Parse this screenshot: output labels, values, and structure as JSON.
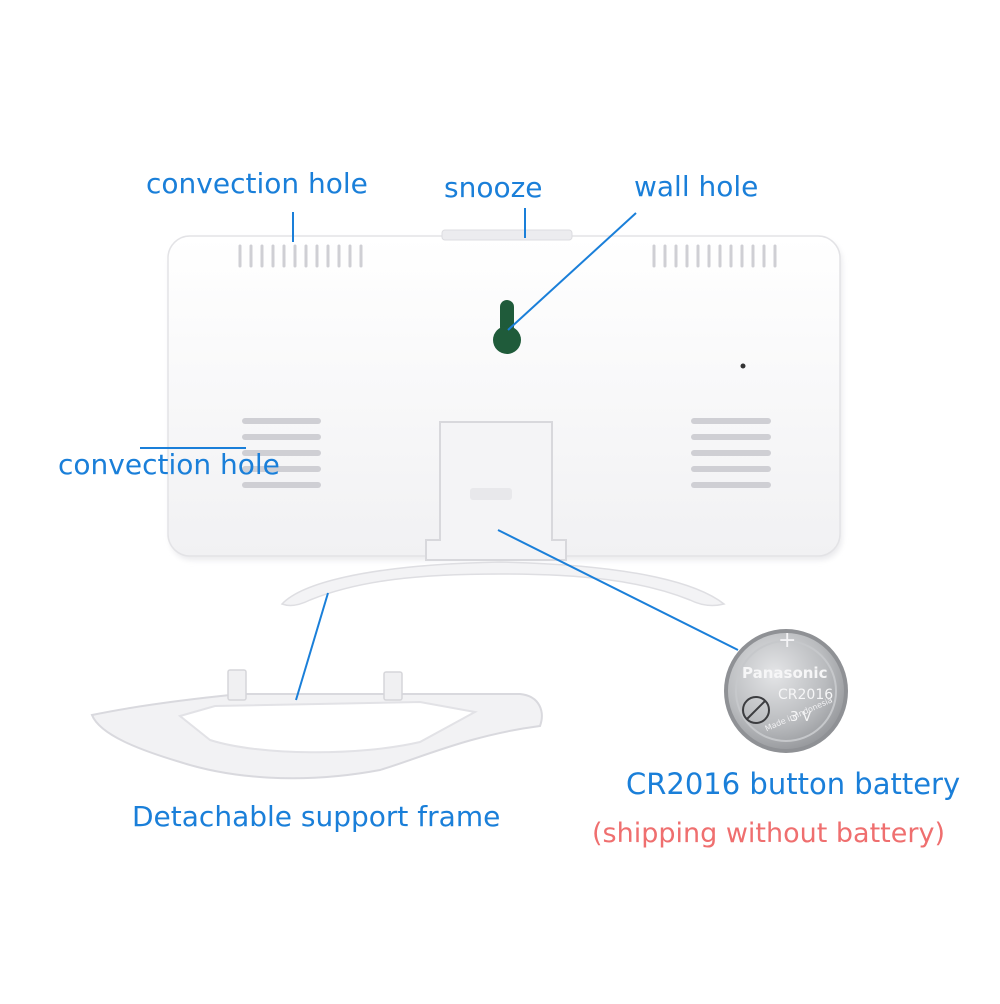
{
  "labels": {
    "convection_hole_top": "convection hole",
    "snooze": "snooze",
    "wall_hole": "wall hole",
    "convection_hole_side": "convection hole",
    "support_frame": "Detachable support frame",
    "battery_title": "CR2016 button battery",
    "battery_note": "(shipping without battery)"
  },
  "battery": {
    "plus": "+",
    "brand": "Panasonic",
    "model": "CR2016",
    "voltage": "3 V",
    "origin": "Made in Indonesia"
  },
  "colors": {
    "label_text": "#1a7fd9",
    "note_text": "#ef6f6f",
    "leader_line": "#1a7fd9",
    "device_body": "#ffffff",
    "wall_hole_fill": "#1f5b3a"
  }
}
